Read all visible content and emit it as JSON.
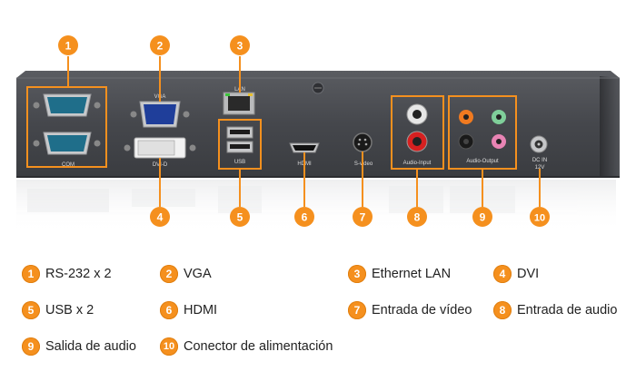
{
  "device": {
    "port_labels": {
      "vga": "VGA",
      "lan": "LAN",
      "com": "COM",
      "dvi": "DVI-D",
      "usb": "USB",
      "hdmi": "HDMI",
      "svideo": "S-video",
      "audio_input": "Audio-Input",
      "audio_output": "Audio-Output",
      "dc_in_1": "DC IN",
      "dc_in_2": "12V"
    },
    "callouts": [
      "1",
      "2",
      "3",
      "4",
      "5",
      "6",
      "7",
      "8",
      "9",
      "10"
    ]
  },
  "legend": [
    {
      "num": "1",
      "label": "RS-232 x 2"
    },
    {
      "num": "2",
      "label": "VGA"
    },
    {
      "num": "3",
      "label": "Ethernet LAN"
    },
    {
      "num": "4",
      "label": "DVI"
    },
    {
      "num": "5",
      "label": "USB x 2"
    },
    {
      "num": "6",
      "label": "HDMI"
    },
    {
      "num": "7",
      "label": "Entrada de vídeo"
    },
    {
      "num": "8",
      "label": "Entrada de audio"
    },
    {
      "num": "9",
      "label": "Salida de audio"
    },
    {
      "num": "10",
      "label": "Conector de alimentación"
    }
  ],
  "colors": {
    "accent": "#f5901e",
    "panel": "#4a4c51",
    "highlight_box": "#f5901e"
  }
}
